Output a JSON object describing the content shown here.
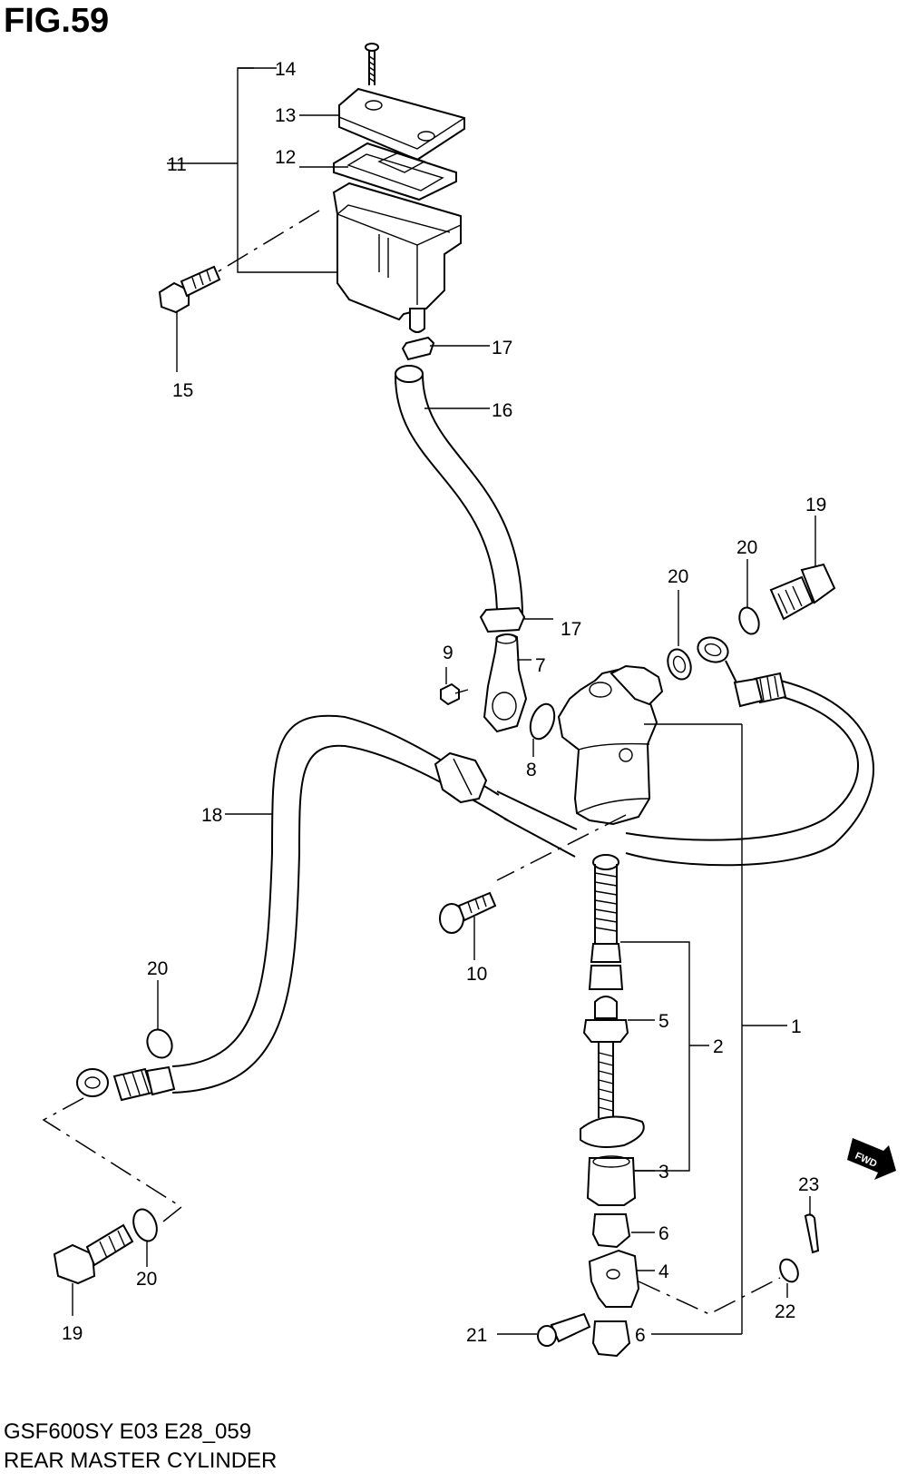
{
  "figure": {
    "title": "FIG.59",
    "model_code": "GSF600SY E03 E28_059",
    "name": "REAR MASTER CYLINDER"
  },
  "fwd_indicator": "FWD",
  "callouts": {
    "c1": "1",
    "c2": "2",
    "c3": "3",
    "c4": "4",
    "c5": "5",
    "c6a": "6",
    "c6b": "6",
    "c7": "7",
    "c8": "8",
    "c9": "9",
    "c10": "10",
    "c11": "11",
    "c12": "12",
    "c13": "13",
    "c14": "14",
    "c15": "15",
    "c16": "16",
    "c17a": "17",
    "c17b": "17",
    "c18": "18",
    "c19a": "19",
    "c19b": "19",
    "c20a": "20",
    "c20b": "20",
    "c20c": "20",
    "c20d": "20",
    "c21": "21",
    "c22": "22",
    "c23": "23"
  }
}
